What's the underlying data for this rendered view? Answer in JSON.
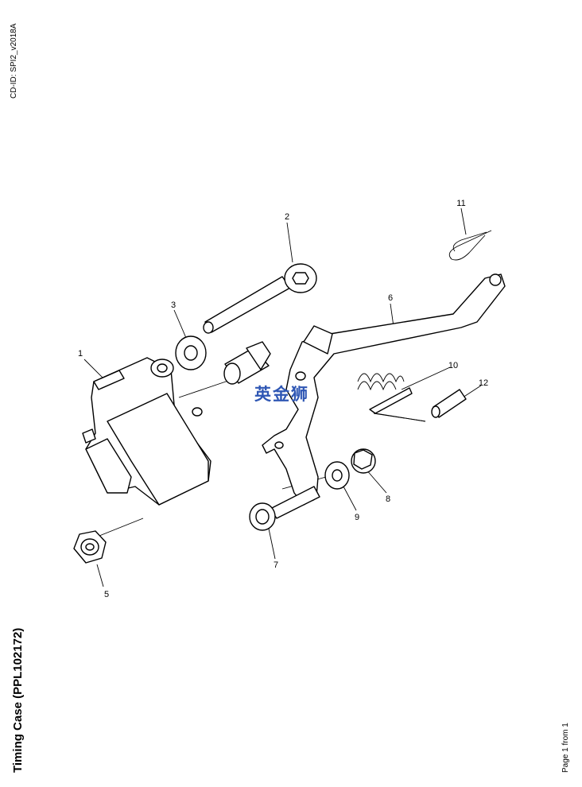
{
  "header": {
    "cd_id": "CD-ID: SPI2_v2018A"
  },
  "title": "Timing Case (PPL102172)",
  "footer": {
    "page": "Page 1 from 1"
  },
  "watermark": "英金狮",
  "callouts": [
    "1",
    "2",
    "3",
    "5",
    "6",
    "7",
    "8",
    "9",
    "10",
    "11",
    "12"
  ]
}
